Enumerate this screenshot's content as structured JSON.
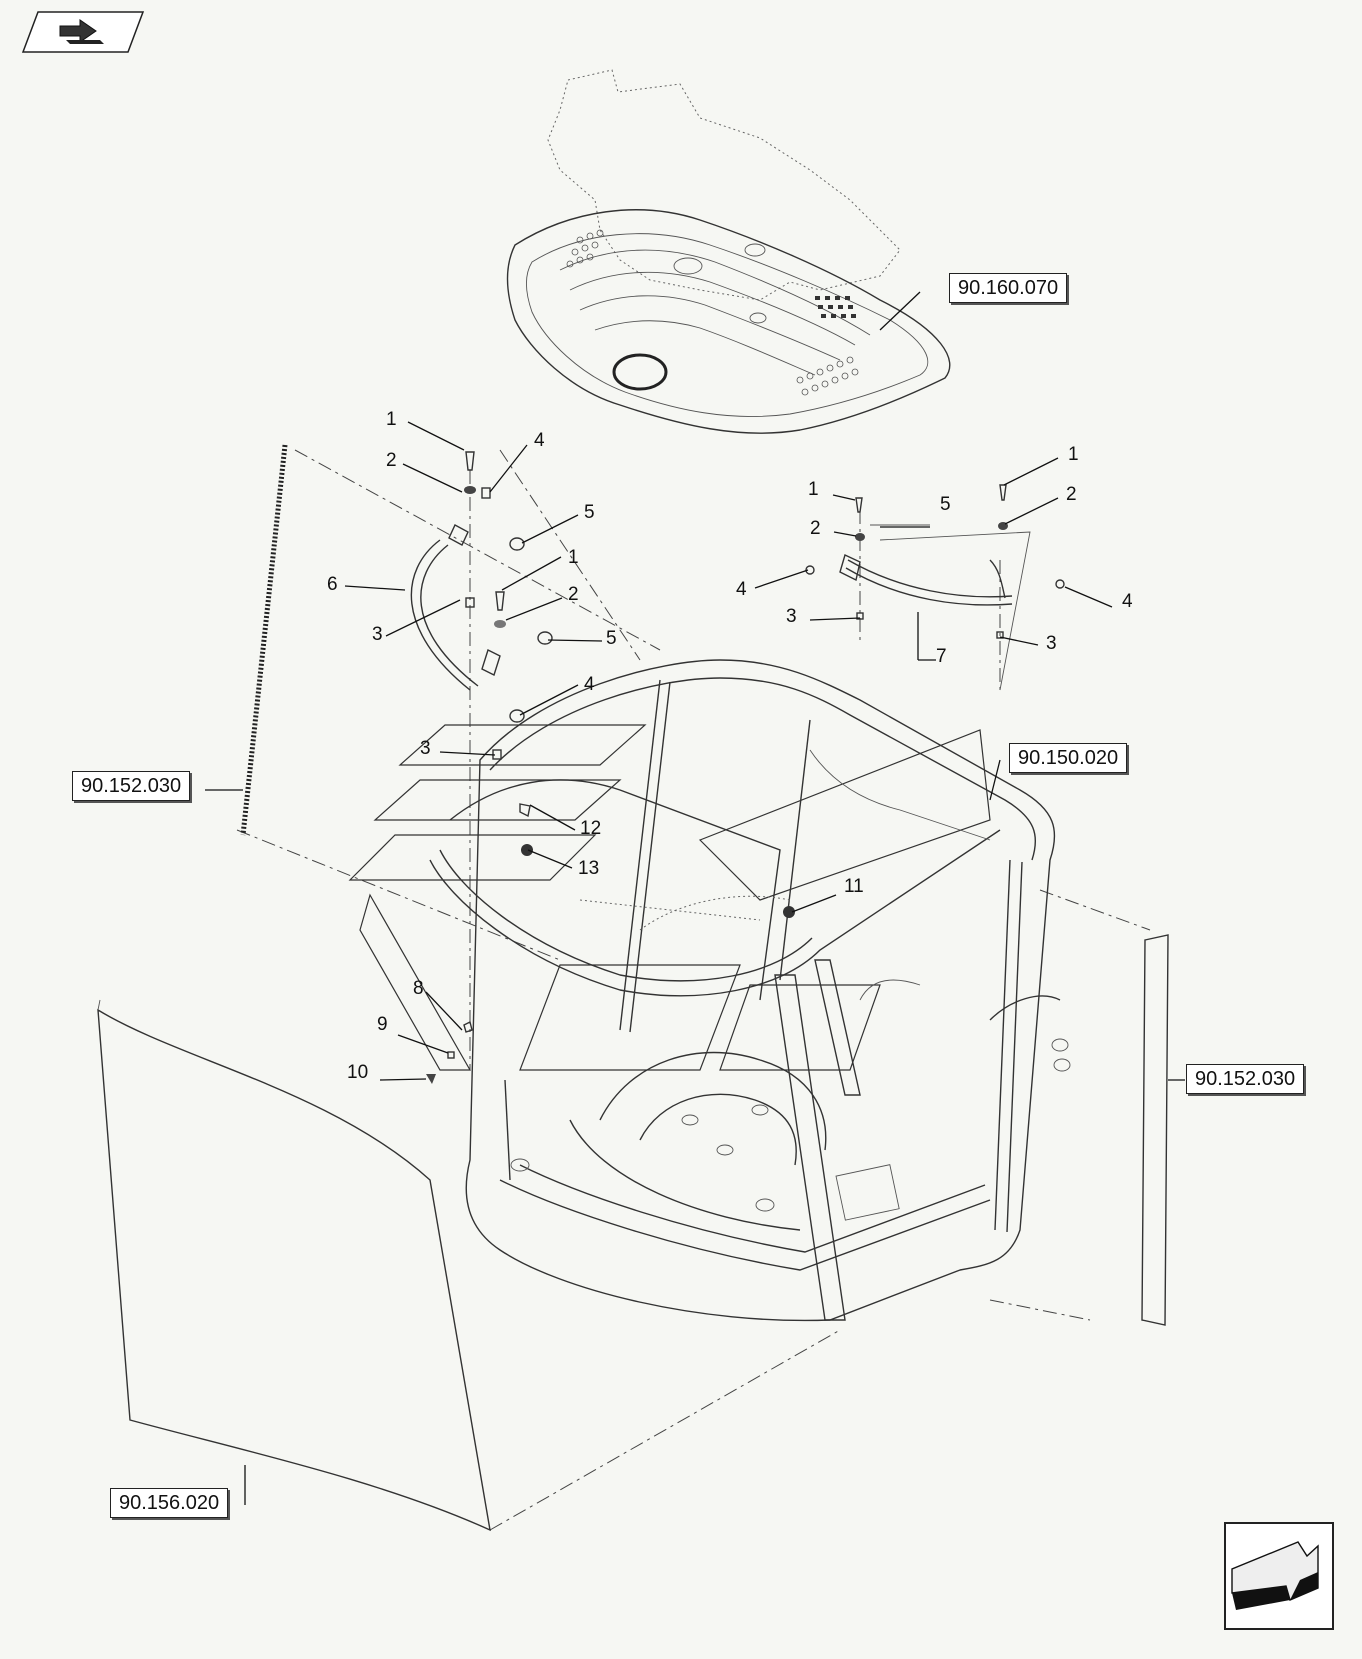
{
  "references": {
    "roof_panel": "90.160.070",
    "left_glass": "90.152.030",
    "frame": "90.150.020",
    "right_glass": "90.152.030",
    "front_glass": "90.156.020"
  },
  "callouts": {
    "c1a": "1",
    "c2a": "2",
    "c4a": "4",
    "c5a": "5",
    "c6": "6",
    "c3a": "3",
    "c1b": "1",
    "c2b": "2",
    "c5b": "5",
    "c4b": "4",
    "c3b": "3",
    "c12": "12",
    "c13": "13",
    "c1c": "1",
    "c2c": "2",
    "c1d": "1",
    "c2d": "2",
    "c5c": "5",
    "c4c": "4",
    "c3c": "3",
    "c7": "7",
    "c4d": "4",
    "c3d": "3",
    "c11": "11",
    "c8": "8",
    "c9": "9",
    "c10": "10"
  },
  "icons": {
    "top_nav": "previous-page-arrow-icon",
    "bottom_nav": "next-page-arrow-icon"
  }
}
